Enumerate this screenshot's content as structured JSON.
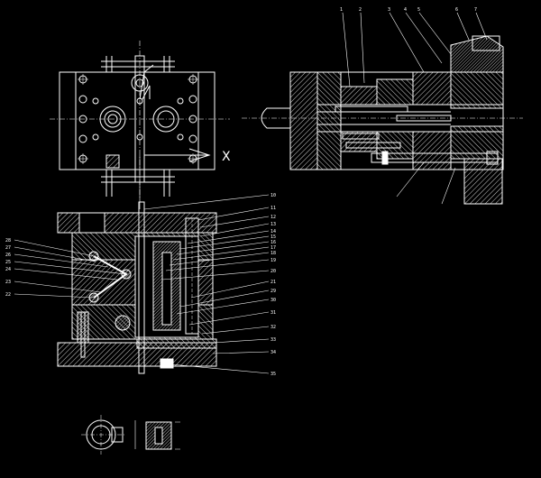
{
  "drawing": {
    "background": "#000000",
    "line_color": "#ffffff",
    "hatch_color": "#e8e8e8",
    "axis_label_x": "X",
    "views": [
      {
        "id": "top-plan-view"
      },
      {
        "id": "side-section-view"
      },
      {
        "id": "front-section-view"
      },
      {
        "id": "part-detail-view"
      }
    ],
    "callouts_side": [
      "1",
      "2",
      "3",
      "4",
      "5",
      "6",
      "7"
    ],
    "callouts_front_left": [
      "28",
      "27",
      "26",
      "25",
      "24",
      "23",
      "22"
    ],
    "callouts_front_right": [
      "10",
      "11",
      "12",
      "13",
      "14",
      "15",
      "16",
      "17",
      "18",
      "19",
      "20",
      "21",
      "29",
      "30",
      "31",
      "32",
      "33",
      "34",
      "35"
    ]
  }
}
